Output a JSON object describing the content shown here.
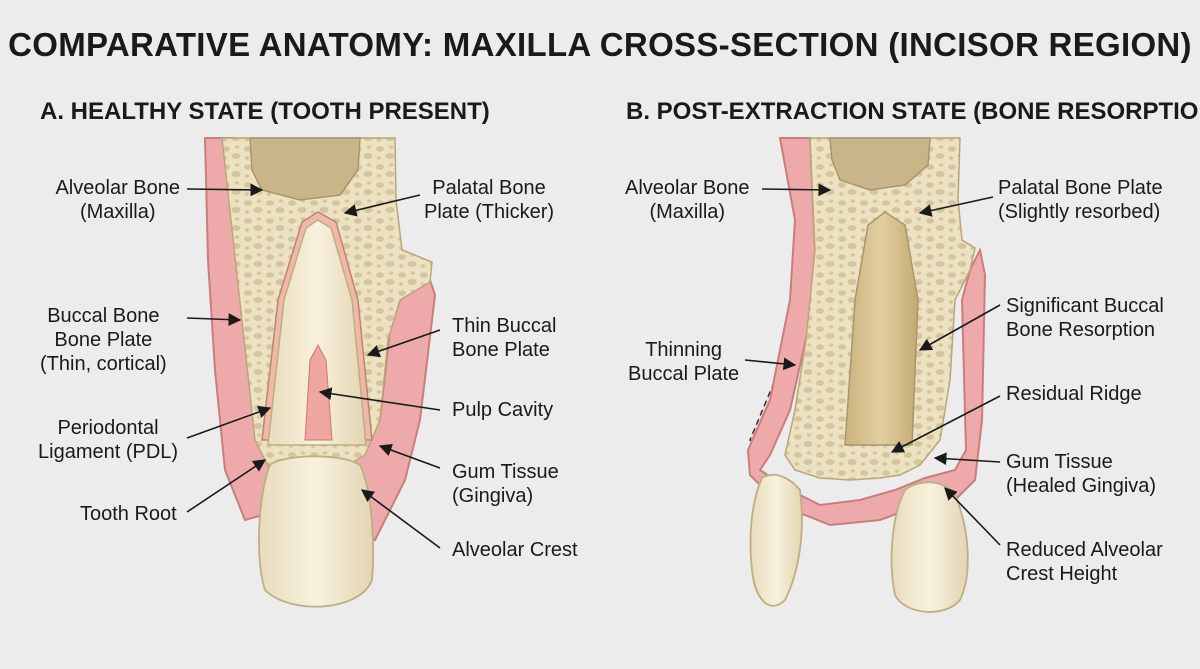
{
  "title": "COMPARATIVE ANATOMY: MAXILLA CROSS-SECTION (INCISOR REGION)",
  "panel_a": {
    "title": "A. HEALTHY STATE (TOOTH PRESENT)",
    "labels": {
      "alveolar_bone": [
        "Alveolar Bone",
        "(Maxilla)"
      ],
      "palatal_plate": [
        "Palatal Bone",
        "Plate (Thicker)"
      ],
      "buccal_plate": [
        "Buccal Bone",
        "Bone Plate",
        "(Thin, cortical)"
      ],
      "thin_buccal": [
        "Thin Buccal",
        "Bone Plate"
      ],
      "pulp_cavity": [
        "Pulp Cavity"
      ],
      "pdl": [
        "Periodontal",
        "Ligament (PDL)"
      ],
      "gum_tissue": [
        "Gum Tissue",
        "(Gingiva)"
      ],
      "tooth_root": [
        "Tooth Root"
      ],
      "alveolar_crest": [
        "Alveolar Crest"
      ]
    }
  },
  "panel_b": {
    "title": "B. POST-EXTRACTION STATE (BONE RESORPTION)",
    "labels": {
      "alveolar_bone": [
        "Alveolar Bone",
        "(Maxilla)"
      ],
      "palatal_plate": [
        "Palatal Bone Plate",
        "(Slightly resorbed)"
      ],
      "thinning_buccal": [
        "Thinning",
        "Buccal Plate"
      ],
      "buccal_resorption": [
        "Significant Buccal",
        "Bone Resorption"
      ],
      "residual_ridge": [
        "Residual Ridge"
      ],
      "gum_tissue": [
        "Gum Tissue",
        "(Healed Gingiva)"
      ],
      "reduced_crest": [
        "Reduced Alveolar",
        "Crest Height"
      ]
    }
  },
  "colors": {
    "background": "#ececec",
    "bone": "#ece2c2",
    "bone_pores": "#d2c49c",
    "gingiva": "#eeaaaa",
    "gingiva_edge": "#c77e7e",
    "tooth": "#f3ead4",
    "root_canal": "#d9c18f",
    "pulp": "#efa5a0",
    "marrow": "#c8b68a"
  }
}
